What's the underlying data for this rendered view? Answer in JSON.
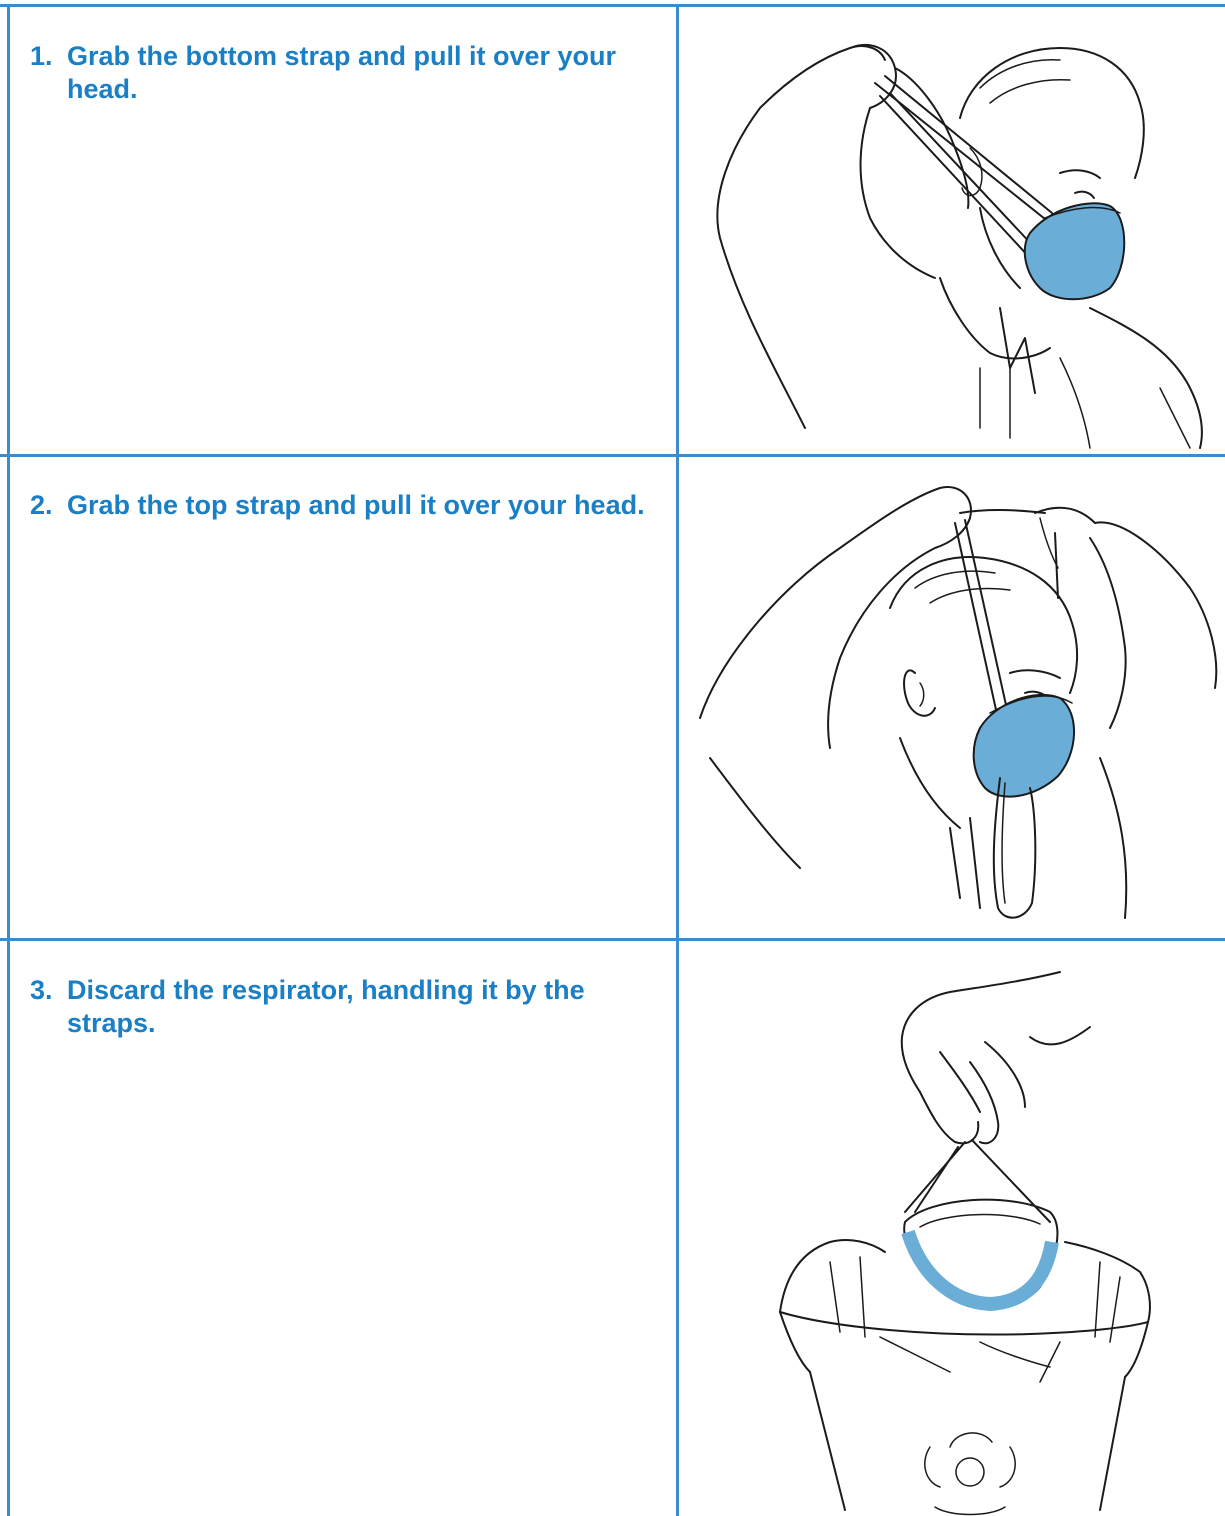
{
  "steps": [
    {
      "number": "1.",
      "text": "Grab the bottom strap and pull it over your head.",
      "illustration": "person-pulling-bottom-strap-over-head"
    },
    {
      "number": "2.",
      "text": "Grab the top strap and pull it over your head.",
      "illustration": "person-pulling-top-strap-over-head"
    },
    {
      "number": "3.",
      "text": "Discard the respirator, handling it by the straps.",
      "illustration": "hand-dropping-respirator-into-biohazard-bin"
    }
  ],
  "colors": {
    "text": "#1a7fc4",
    "border": "#3d8cc9",
    "mask": "#6aaed8"
  }
}
